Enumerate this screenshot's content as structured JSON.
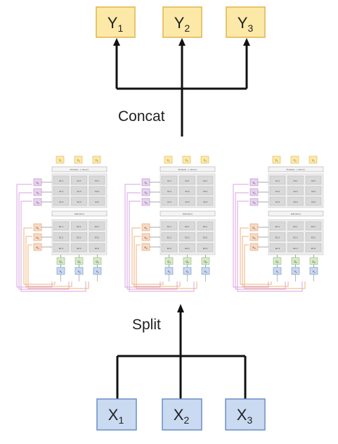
{
  "diagram": {
    "outputs": [
      {
        "base": "Y",
        "sub": "1"
      },
      {
        "base": "Y",
        "sub": "2"
      },
      {
        "base": "Y",
        "sub": "3"
      }
    ],
    "inputs": [
      {
        "base": "X",
        "sub": "1"
      },
      {
        "base": "X",
        "sub": "2"
      },
      {
        "base": "X",
        "sub": "3"
      }
    ],
    "concat_label": "Concat",
    "split_label": "Split",
    "head_count": 3,
    "head_detail": {
      "sizes": [
        {
          "base": "Y",
          "sub": "1"
        },
        {
          "base": "Y",
          "sub": "2"
        },
        {
          "base": "Y",
          "sub": "3"
        }
      ],
      "values": [
        {
          "base": "V",
          "sub": "1"
        },
        {
          "base": "V",
          "sub": "2"
        },
        {
          "base": "V",
          "sub": "3"
        }
      ],
      "keys": [
        {
          "base": "K",
          "sub": "1"
        },
        {
          "base": "K",
          "sub": "2"
        },
        {
          "base": "K",
          "sub": "3"
        }
      ],
      "queries": [
        {
          "base": "Q",
          "sub": "1"
        },
        {
          "base": "Q",
          "sub": "2"
        },
        {
          "base": "Q",
          "sub": "3"
        }
      ],
      "head_inputs": [
        {
          "base": "X",
          "sub": "1"
        },
        {
          "base": "X",
          "sub": "2"
        },
        {
          "base": "X",
          "sub": "3"
        }
      ],
      "product_label": "Product(→), Sum(↑)",
      "softmax_label": "Softmax(↑)",
      "a_cells": [
        [
          "A1,1",
          "A2,1",
          "A3,1"
        ],
        [
          "A1,2",
          "A2,2",
          "A3,2"
        ],
        [
          "A1,3",
          "A2,3",
          "A3,3"
        ]
      ],
      "e_cells": [
        [
          "E1,1",
          "E2,1",
          "E3,1"
        ],
        [
          "E1,2",
          "E2,2",
          "E3,2"
        ],
        [
          "E1,3",
          "E2,3",
          "E3,3"
        ]
      ]
    }
  },
  "colors": {
    "output_fill": "#fce9a8",
    "output_stroke": "#e0b44a",
    "input_fill": "#c9daf1",
    "input_stroke": "#6b8fc4",
    "value_fill": "#e7d3ef",
    "value_stroke": "#b98bcc",
    "key_fill": "#f8d9c2",
    "key_stroke": "#e3a170",
    "query_fill": "#d6ebc9",
    "query_stroke": "#8fb97a",
    "cell_fill": "#d9d9d9",
    "line": "#111111",
    "value_wire": "#d9a3e3",
    "key_wire": "#f1b27c"
  }
}
